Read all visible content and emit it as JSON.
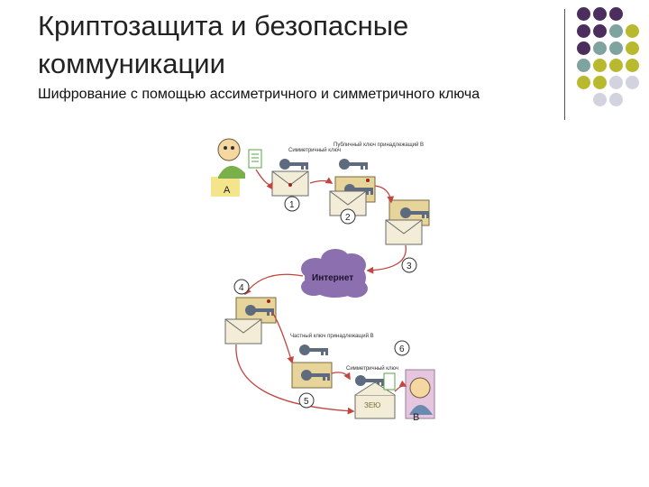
{
  "slide": {
    "title": "Криптозащита и безопасные коммуникации",
    "subtitle": "Шифрование с помощью ассиметричного и симметричного ключа"
  },
  "theme": {
    "dot_colors": [
      "#4b2e5e",
      "#7fa39e",
      "#b9b930",
      "#d3d3df"
    ],
    "arrow_color": "#c2453e",
    "cloud_color": "#8c6fae"
  },
  "diagram": {
    "party_a": "A",
    "party_b": "B",
    "internet_label": "Интернет",
    "key_labels": {
      "symmetric_top": "Симметричный ключ",
      "public_b": "Публичный ключ принадлежащий В",
      "private_b": "Частный ключ принадлежащий В",
      "symmetric_bottom": "Симметричный ключ"
    },
    "steps": [
      "1",
      "2",
      "3",
      "4",
      "5",
      "6"
    ],
    "envelope_code": "ЗЕЮ"
  }
}
